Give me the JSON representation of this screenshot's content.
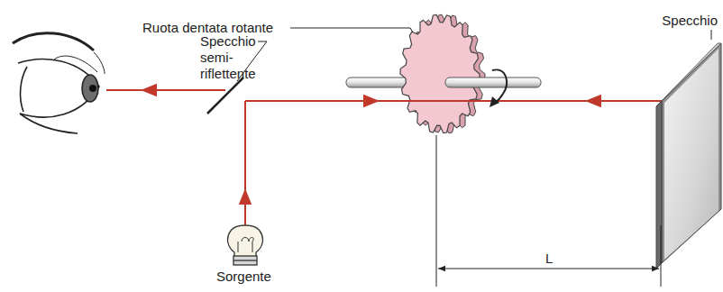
{
  "diagram": {
    "labels": [
      "Ruota dentata rotante",
      "Specchio",
      "Specchio semi- riflettente",
      "Sorgente",
      "L"
    ]
  }
}
